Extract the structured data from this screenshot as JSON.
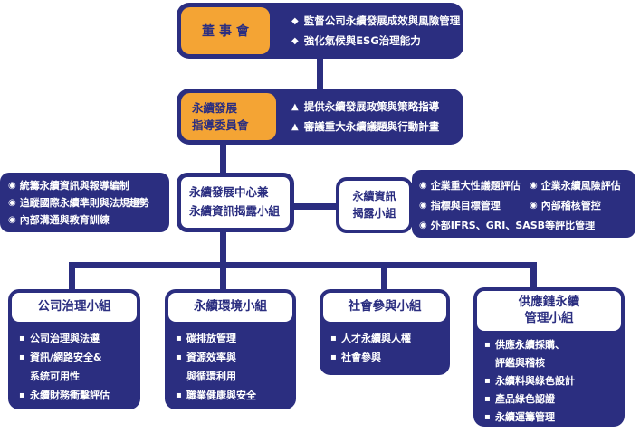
{
  "colors": {
    "navy": "#2b2e80",
    "orange": "#f4a434",
    "white": "#ffffff"
  },
  "icons": {
    "diamond": "◆",
    "triangle": "▲",
    "target": "◉",
    "square": "▪"
  },
  "board": {
    "title": "董事會",
    "items": [
      "監督公司永續發展成效與風險管理",
      "強化氣候與ESG治理能力"
    ]
  },
  "steering": {
    "title": "永續發展\n指導委員會",
    "items": [
      "提供永續發展政策與策略指導",
      "審議重大永續議題與行動計畫"
    ]
  },
  "secretariat": {
    "items": [
      "統籌永續資訊與報導編制",
      "追蹤國際永續準則與法規趨勢",
      "內部溝通與教育訓練"
    ]
  },
  "center": {
    "title": "永續發展中心兼\n永續資訊揭露小組"
  },
  "disclosure": {
    "title": "永續資訊\n揭露小組",
    "rows": [
      {
        "c1": "企業重大性議題評估",
        "c2": "企業永續風險評估"
      },
      {
        "c1": "指標與目標管理",
        "c2": "內部稽核管控"
      }
    ],
    "full": "外部IFRS、GRI、SASB等評比管理"
  },
  "teams": [
    {
      "title": "公司治理小組",
      "items": [
        "公司治理與法遵",
        "資訊/網路安全&\n系統可用性",
        "永續財務衝擊評估"
      ]
    },
    {
      "title": "永續環境小組",
      "items": [
        "碳排放管理",
        "資源效率與\n與循環利用",
        "職業健康與安全"
      ]
    },
    {
      "title": "社會參與小組",
      "items": [
        "人才永續與人權",
        "社會參與"
      ]
    },
    {
      "title": "供應鏈永續\n管理小組",
      "items": [
        "供應永續採購、\n評鑑與稽核",
        "永續料與綠色設計",
        "產品綠色認證",
        "永續運籌管理"
      ]
    }
  ]
}
